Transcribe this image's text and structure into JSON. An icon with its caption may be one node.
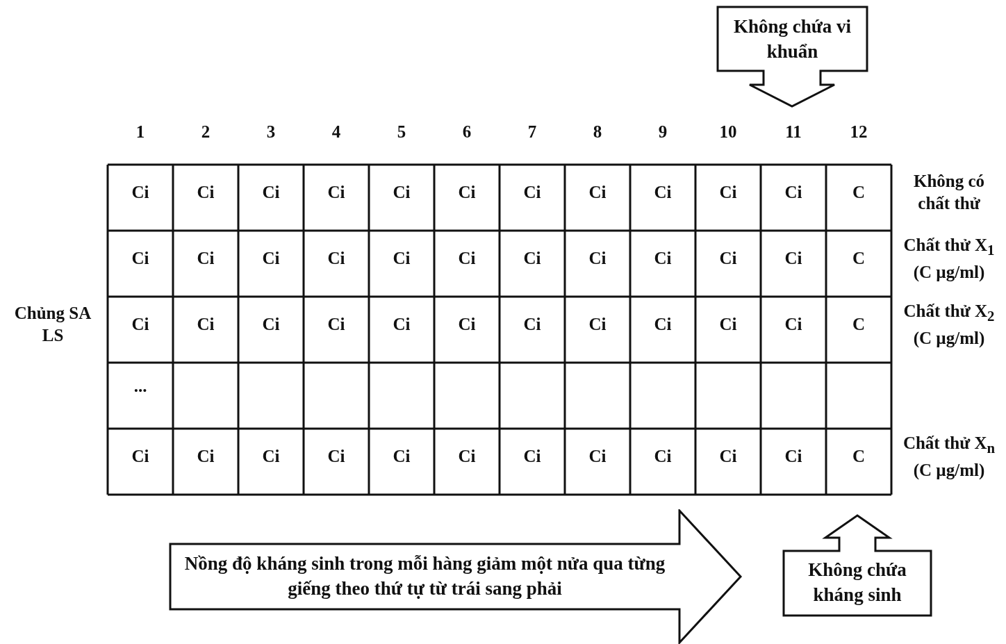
{
  "diagram": {
    "nodes": [
      {
        "text": [
          "Không chứa vi khuẩn"
        ]
      },
      {
        "text": [
          "Nồng độ kháng sinh trong mỗi hàng giảm một nửa qua từng giếng theo thứ tự từ trái sang phải"
        ]
      },
      {
        "text": [
          "Không chứa kháng sinh"
        ]
      }
    ],
    "labels": [
      "1",
      "2",
      "3",
      "4",
      "5",
      "6",
      "7",
      "8",
      "9",
      "10",
      "11",
      "12",
      "Ci",
      "Ci",
      "Ci",
      "Ci",
      "Ci",
      "Ci",
      "Ci",
      "Ci",
      "Ci",
      "Ci",
      "Ci",
      "C",
      "Không có chất thử",
      "Ci",
      "Ci",
      "Ci",
      "Ci",
      "Ci",
      "Ci",
      "Ci",
      "Ci",
      "Ci",
      "Ci",
      "Ci",
      "C",
      "Chất thử X$_{1}$ (C µg/ml)",
      "Chủng SA LS",
      "Ci",
      "Ci",
      "Ci",
      "Ci",
      "Ci",
      "Ci",
      "Ci",
      "Ci",
      "Ci",
      "Ci",
      "Ci",
      "C",
      "Chất thử X$_{2}$ (C µg/ml)",
      "...",
      "Ci",
      "Ci",
      "Ci",
      "Ci",
      "Ci",
      "Ci",
      "Ci",
      "Ci",
      "Ci",
      "Ci",
      "Ci",
      "C",
      "Chất thử X$_{n}$ (C µg/ml)"
    ]
  }
}
